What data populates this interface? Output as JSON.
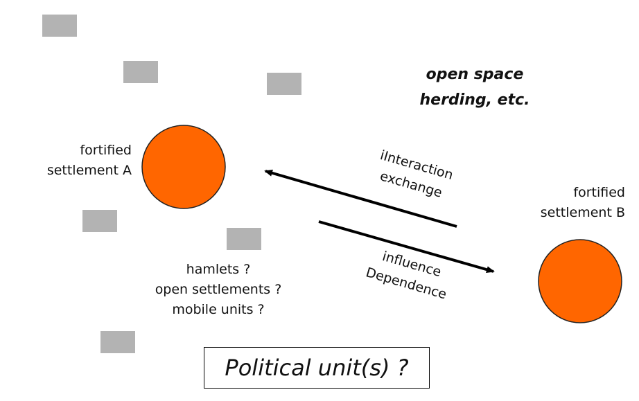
{
  "colors": {
    "settlement": "#ff6600",
    "settlement_outline": "#222222",
    "hamlet": "#b3b3b3",
    "arrow": "#000000"
  },
  "open_space": [
    "open space",
    "herding, etc."
  ],
  "settlement_a": [
    "fortified",
    "settlement A"
  ],
  "settlement_b": [
    "fortified",
    "settlement B"
  ],
  "hamlets": [
    "hamlets ?",
    "open settlements ?",
    "mobile units ?"
  ],
  "interaction": [
    "iInteraction",
    "exchange"
  ],
  "influence": [
    "influence",
    "Dependence"
  ],
  "political_unit": "Political unit(s) ?"
}
